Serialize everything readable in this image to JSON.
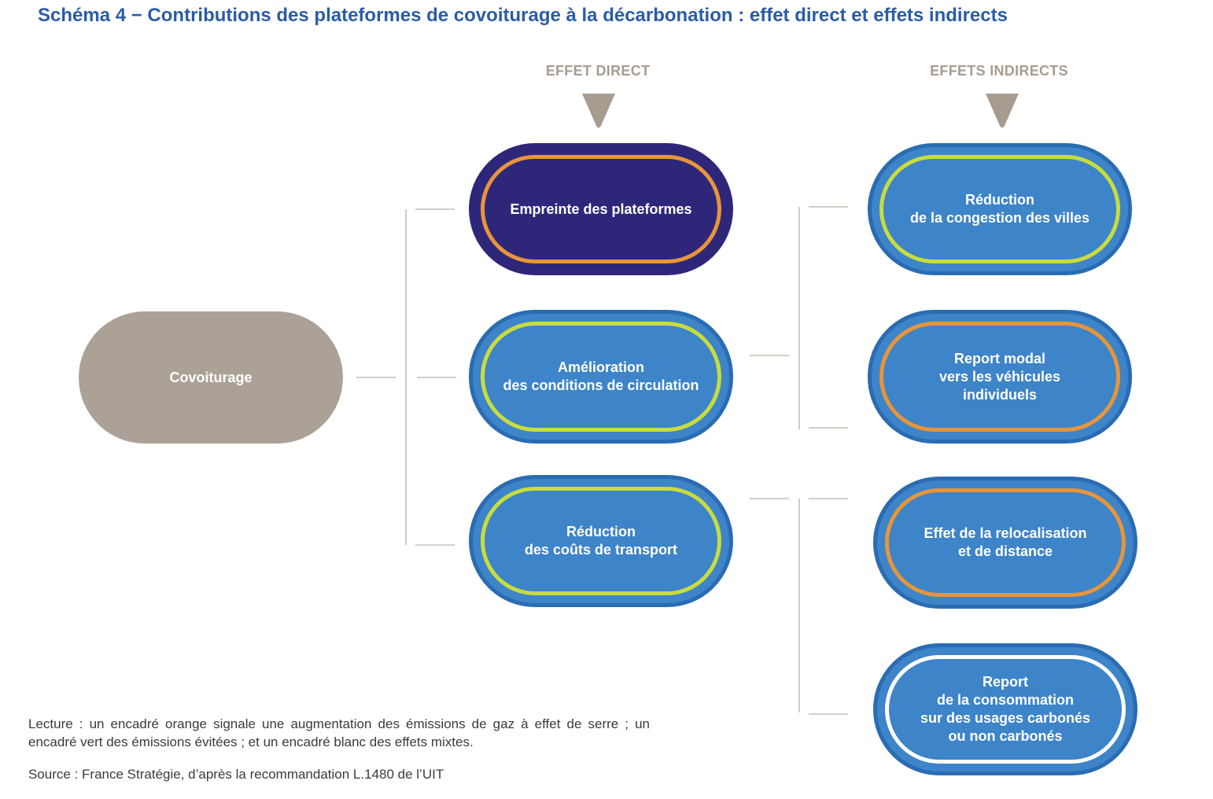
{
  "title": "Schéma 4 − Contributions des plateformes de covoiturage à la décarbonation : effet direct et effets indirects",
  "headers": {
    "direct": "EFFET DIRECT",
    "indirect": "EFFETS INDIRECTS"
  },
  "colors": {
    "title": "#2a5ca8",
    "header": "#a89c91",
    "gray_pill": "#aca196",
    "navy_pill": "#2e2779",
    "blue_pill": "#3d84c8",
    "blue_pill_border": "#2a6cb3",
    "green_outline": "#c8dc3e",
    "orange_outline": "#e8953a",
    "white_outline": "#ffffff",
    "connector": "#b9b1a8"
  },
  "nodes": {
    "covoiturage": "Covoiturage",
    "empreinte": "Empreinte des plateformes",
    "amelioration": "Amélioration\ndes conditions de circulation",
    "reduction_couts": "Réduction\ndes coûts de transport",
    "reduction_congestion": "Réduction\nde la congestion des villes",
    "report_modal": "Report modal\nvers les véhicules\nindividuels",
    "relocalisation": "Effet de la relocalisation\net de distance",
    "report_consommation": "Report\nde la consommation\nsur des usages carbonés\nou non carbonés"
  },
  "legend_note": "Lecture : un encadré orange signale une augmentation des émissions de gaz à effet de serre ; un encadré vert des émissions évitées ; et un encadré blanc des effets mixtes.",
  "source": "Source : France Stratégie, d’après la recommandation L.1480 de l’UIT"
}
